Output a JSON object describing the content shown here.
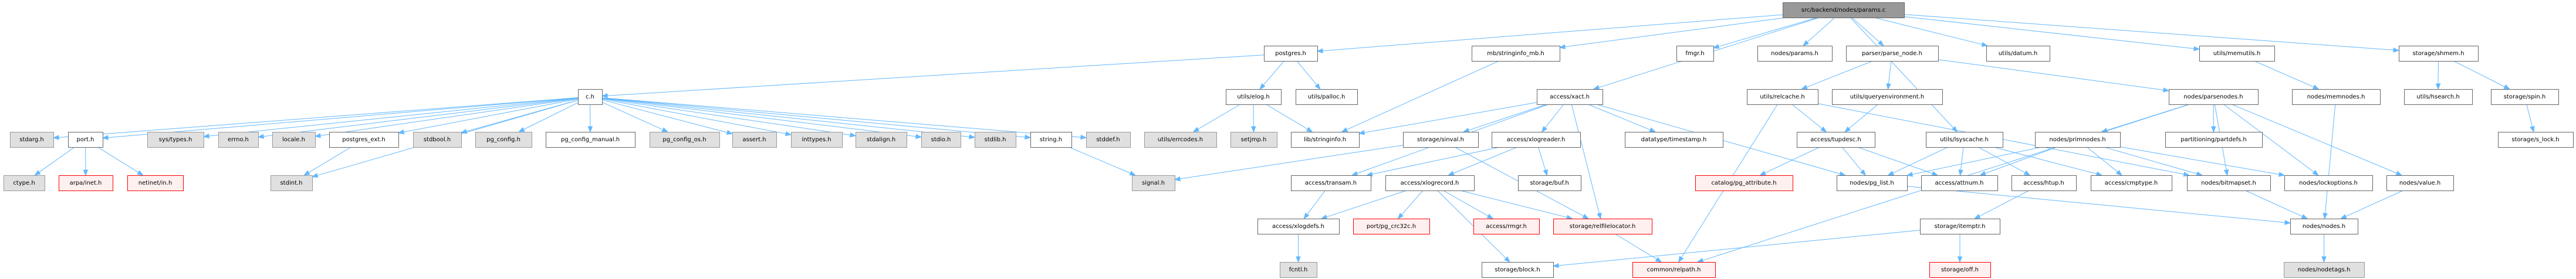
{
  "title": "src/backend/nodes/params.c include dependency graph",
  "colors": {
    "edge": "#63b8ff",
    "root_fill": "#999999",
    "normal_fill": "#ffffff",
    "system_fill": "#e0e0e0",
    "missing_fill": "#fff0f0",
    "missing_stroke": "#ff0000"
  },
  "nodes": [
    {
      "id": "root",
      "label": "src/backend/nodes/params.c",
      "kind": "root"
    },
    {
      "id": "postgres",
      "label": "postgres.h",
      "kind": "normal"
    },
    {
      "id": "stringinfo_mb",
      "label": "mb/stringinfo_mb.h",
      "kind": "normal"
    },
    {
      "id": "fmgr",
      "label": "fmgr.h",
      "kind": "normal"
    },
    {
      "id": "nodes_params",
      "label": "nodes/params.h",
      "kind": "normal"
    },
    {
      "id": "parse_node",
      "label": "parser/parse_node.h",
      "kind": "normal"
    },
    {
      "id": "datum",
      "label": "utils/datum.h",
      "kind": "normal"
    },
    {
      "id": "memutils",
      "label": "utils/memutils.h",
      "kind": "normal"
    },
    {
      "id": "shmem",
      "label": "storage/shmem.h",
      "kind": "normal"
    },
    {
      "id": "c",
      "label": "c.h",
      "kind": "normal"
    },
    {
      "id": "elog",
      "label": "utils/elog.h",
      "kind": "normal"
    },
    {
      "id": "palloc",
      "label": "utils/palloc.h",
      "kind": "normal"
    },
    {
      "id": "xact",
      "label": "access/xact.h",
      "kind": "normal"
    },
    {
      "id": "relcache",
      "label": "utils/relcache.h",
      "kind": "normal"
    },
    {
      "id": "queryenv",
      "label": "utils/queryenvironment.h",
      "kind": "normal"
    },
    {
      "id": "parsenodes",
      "label": "nodes/parsenodes.h",
      "kind": "normal"
    },
    {
      "id": "memnodes",
      "label": "nodes/memnodes.h",
      "kind": "normal"
    },
    {
      "id": "hsearch",
      "label": "utils/hsearch.h",
      "kind": "normal"
    },
    {
      "id": "spin",
      "label": "storage/spin.h",
      "kind": "normal"
    },
    {
      "id": "stdarg",
      "label": "stdarg.h",
      "kind": "gray"
    },
    {
      "id": "port",
      "label": "port.h",
      "kind": "normal"
    },
    {
      "id": "systypes",
      "label": "sys/types.h",
      "kind": "gray"
    },
    {
      "id": "errno",
      "label": "errno.h",
      "kind": "gray"
    },
    {
      "id": "locale",
      "label": "locale.h",
      "kind": "gray"
    },
    {
      "id": "postgres_ext",
      "label": "postgres_ext.h",
      "kind": "normal"
    },
    {
      "id": "stdbool",
      "label": "stdbool.h",
      "kind": "gray"
    },
    {
      "id": "pg_config",
      "label": "pg_config.h",
      "kind": "gray"
    },
    {
      "id": "pg_config_manual",
      "label": "pg_config_manual.h",
      "kind": "normal"
    },
    {
      "id": "pg_config_os",
      "label": "pg_config_os.h",
      "kind": "gray"
    },
    {
      "id": "assert",
      "label": "assert.h",
      "kind": "gray"
    },
    {
      "id": "inttypes",
      "label": "inttypes.h",
      "kind": "gray"
    },
    {
      "id": "stdalign",
      "label": "stdalign.h",
      "kind": "gray"
    },
    {
      "id": "stdio",
      "label": "stdio.h",
      "kind": "gray"
    },
    {
      "id": "stdlib",
      "label": "stdlib.h",
      "kind": "gray"
    },
    {
      "id": "string",
      "label": "string.h",
      "kind": "normal"
    },
    {
      "id": "stddef",
      "label": "stddef.h",
      "kind": "gray"
    },
    {
      "id": "errcodes",
      "label": "utils/errcodes.h",
      "kind": "gray"
    },
    {
      "id": "setjmp",
      "label": "setjmp.h",
      "kind": "gray"
    },
    {
      "id": "stringinfo",
      "label": "lib/stringinfo.h",
      "kind": "normal"
    },
    {
      "id": "sinval",
      "label": "storage/sinval.h",
      "kind": "normal"
    },
    {
      "id": "xlogreader",
      "label": "access/xlogreader.h",
      "kind": "normal"
    },
    {
      "id": "timestamp",
      "label": "datatype/timestamp.h",
      "kind": "normal"
    },
    {
      "id": "tupdesc",
      "label": "access/tupdesc.h",
      "kind": "normal"
    },
    {
      "id": "lsyscache",
      "label": "utils/lsyscache.h",
      "kind": "normal"
    },
    {
      "id": "primnodes",
      "label": "nodes/primnodes.h",
      "kind": "normal"
    },
    {
      "id": "partdefs",
      "label": "partitioning/partdefs.h",
      "kind": "normal"
    },
    {
      "id": "s_lock",
      "label": "storage/s_lock.h",
      "kind": "normal"
    },
    {
      "id": "ctype",
      "label": "ctype.h",
      "kind": "gray"
    },
    {
      "id": "arpa_inet",
      "label": "arpa/inet.h",
      "kind": "red"
    },
    {
      "id": "netinet_in",
      "label": "netinet/in.h",
      "kind": "red"
    },
    {
      "id": "stdint",
      "label": "stdint.h",
      "kind": "gray"
    },
    {
      "id": "signal",
      "label": "signal.h",
      "kind": "gray"
    },
    {
      "id": "transam",
      "label": "access/transam.h",
      "kind": "normal"
    },
    {
      "id": "xlogrecord",
      "label": "access/xlogrecord.h",
      "kind": "normal"
    },
    {
      "id": "buf",
      "label": "storage/buf.h",
      "kind": "normal"
    },
    {
      "id": "pg_attribute",
      "label": "catalog/pg_attribute.h",
      "kind": "red"
    },
    {
      "id": "pg_list",
      "label": "nodes/pg_list.h",
      "kind": "normal"
    },
    {
      "id": "attnum",
      "label": "access/attnum.h",
      "kind": "normal"
    },
    {
      "id": "htup",
      "label": "access/htup.h",
      "kind": "normal"
    },
    {
      "id": "cmptype",
      "label": "access/cmptype.h",
      "kind": "normal"
    },
    {
      "id": "bitmapset",
      "label": "nodes/bitmapset.h",
      "kind": "normal"
    },
    {
      "id": "lockoptions",
      "label": "nodes/lockoptions.h",
      "kind": "normal"
    },
    {
      "id": "value",
      "label": "nodes/value.h",
      "kind": "normal"
    },
    {
      "id": "xlogdefs",
      "label": "access/xlogdefs.h",
      "kind": "normal"
    },
    {
      "id": "pg_crc32c",
      "label": "port/pg_crc32c.h",
      "kind": "red"
    },
    {
      "id": "rmgr",
      "label": "access/rmgr.h",
      "kind": "red"
    },
    {
      "id": "relfilelocator",
      "label": "storage/relfilelocator.h",
      "kind": "red"
    },
    {
      "id": "itemptr",
      "label": "storage/itemptr.h",
      "kind": "normal"
    },
    {
      "id": "nodes",
      "label": "nodes/nodes.h",
      "kind": "normal"
    },
    {
      "id": "fcntl",
      "label": "fcntl.h",
      "kind": "gray"
    },
    {
      "id": "block",
      "label": "storage/block.h",
      "kind": "normal"
    },
    {
      "id": "relpath",
      "label": "common/relpath.h",
      "kind": "red"
    },
    {
      "id": "off",
      "label": "storage/off.h",
      "kind": "red"
    },
    {
      "id": "nodetags",
      "label": "nodes/nodetags.h",
      "kind": "gray"
    }
  ],
  "edges": [
    [
      "root",
      "postgres"
    ],
    [
      "root",
      "stringinfo_mb"
    ],
    [
      "root",
      "fmgr"
    ],
    [
      "root",
      "xact"
    ],
    [
      "root",
      "nodes_params"
    ],
    [
      "root",
      "parse_node"
    ],
    [
      "root",
      "lsyscache"
    ],
    [
      "root",
      "datum"
    ],
    [
      "root",
      "memutils"
    ],
    [
      "root",
      "shmem"
    ],
    [
      "postgres",
      "c"
    ],
    [
      "postgres",
      "elog"
    ],
    [
      "postgres",
      "palloc"
    ],
    [
      "c",
      "stdarg"
    ],
    [
      "c",
      "port"
    ],
    [
      "c",
      "stdint"
    ],
    [
      "c",
      "systypes"
    ],
    [
      "c",
      "errno"
    ],
    [
      "c",
      "locale"
    ],
    [
      "c",
      "postgres_ext"
    ],
    [
      "c",
      "stdbool"
    ],
    [
      "c",
      "pg_config"
    ],
    [
      "c",
      "pg_config_manual"
    ],
    [
      "c",
      "pg_config_os"
    ],
    [
      "c",
      "assert"
    ],
    [
      "c",
      "inttypes"
    ],
    [
      "c",
      "stdalign"
    ],
    [
      "c",
      "stdio"
    ],
    [
      "c",
      "stdlib"
    ],
    [
      "c",
      "string"
    ],
    [
      "c",
      "stddef"
    ],
    [
      "port",
      "ctype"
    ],
    [
      "port",
      "arpa_inet"
    ],
    [
      "port",
      "netinet_in"
    ],
    [
      "postgres_ext",
      "stdint"
    ],
    [
      "string",
      "signal"
    ],
    [
      "elog",
      "errcodes"
    ],
    [
      "elog",
      "setjmp"
    ],
    [
      "elog",
      "stringinfo"
    ],
    [
      "stringinfo_mb",
      "stringinfo"
    ],
    [
      "xact",
      "stringinfo"
    ],
    [
      "xact",
      "transam"
    ],
    [
      "xact",
      "sinval"
    ],
    [
      "xact",
      "xlogreader"
    ],
    [
      "xact",
      "relfilelocator"
    ],
    [
      "xact",
      "timestamp"
    ],
    [
      "xact",
      "pg_list"
    ],
    [
      "sinval",
      "signal"
    ],
    [
      "sinval",
      "relfilelocator"
    ],
    [
      "xlogreader",
      "transam"
    ],
    [
      "xlogreader",
      "xlogrecord"
    ],
    [
      "xlogreader",
      "buf"
    ],
    [
      "transam",
      "xlogdefs"
    ],
    [
      "xlogrecord",
      "xlogdefs"
    ],
    [
      "xlogrecord",
      "pg_crc32c"
    ],
    [
      "xlogrecord",
      "block"
    ],
    [
      "xlogrecord",
      "rmgr"
    ],
    [
      "xlogrecord",
      "relfilelocator"
    ],
    [
      "xlogdefs",
      "fcntl"
    ],
    [
      "relfilelocator",
      "relpath"
    ],
    [
      "parse_node",
      "relcache"
    ],
    [
      "parse_node",
      "queryenv"
    ],
    [
      "parse_node",
      "parsenodes"
    ],
    [
      "relcache",
      "relpath"
    ],
    [
      "relcache",
      "tupdesc"
    ],
    [
      "relcache",
      "bitmapset"
    ],
    [
      "queryenv",
      "tupdesc"
    ],
    [
      "tupdesc",
      "pg_attribute"
    ],
    [
      "tupdesc",
      "pg_list"
    ],
    [
      "tupdesc",
      "attnum"
    ],
    [
      "lsyscache",
      "pg_list"
    ],
    [
      "lsyscache",
      "attnum"
    ],
    [
      "lsyscache",
      "htup"
    ],
    [
      "lsyscache",
      "cmptype"
    ],
    [
      "pg_list",
      "nodes"
    ],
    [
      "htup",
      "itemptr"
    ],
    [
      "itemptr",
      "block"
    ],
    [
      "itemptr",
      "off"
    ],
    [
      "parsenodes",
      "relpath"
    ],
    [
      "parsenodes",
      "primnodes"
    ],
    [
      "parsenodes",
      "partdefs"
    ],
    [
      "parsenodes",
      "bitmapset"
    ],
    [
      "parsenodes",
      "lockoptions"
    ],
    [
      "parsenodes",
      "value"
    ],
    [
      "primnodes",
      "pg_list"
    ],
    [
      "primnodes",
      "attnum"
    ],
    [
      "primnodes",
      "cmptype"
    ],
    [
      "primnodes",
      "bitmapset"
    ],
    [
      "primnodes",
      "lockoptions"
    ],
    [
      "bitmapset",
      "nodes"
    ],
    [
      "value",
      "nodes"
    ],
    [
      "memutils",
      "memnodes"
    ],
    [
      "memnodes",
      "nodes"
    ],
    [
      "nodes",
      "nodetags"
    ],
    [
      "shmem",
      "hsearch"
    ],
    [
      "shmem",
      "spin"
    ],
    [
      "spin",
      "s_lock"
    ]
  ]
}
